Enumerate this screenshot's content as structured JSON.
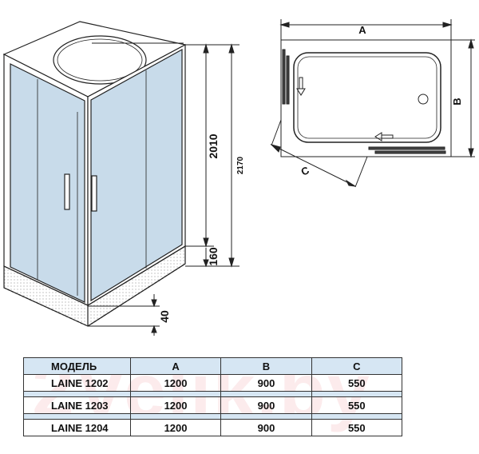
{
  "dimensions": {
    "height_cabin": "2010",
    "height_total": "2170",
    "height_base": "160",
    "height_step": "40",
    "label_a": "A",
    "label_b": "B",
    "label_c": "C"
  },
  "watermark": "2Velik.by",
  "table": {
    "headers": [
      "МОДЕЛЬ",
      "A",
      "B",
      "C"
    ],
    "rows": [
      [
        "LAINE 1202",
        "1200",
        "900",
        "550"
      ],
      [
        "LAINE 1203",
        "1200",
        "900",
        "550"
      ],
      [
        "LAINE 1204",
        "1200",
        "900",
        "550"
      ]
    ]
  },
  "colors": {
    "glass": "#c8dbea",
    "line": "#222222",
    "header_bg": "#d6e6f3"
  }
}
